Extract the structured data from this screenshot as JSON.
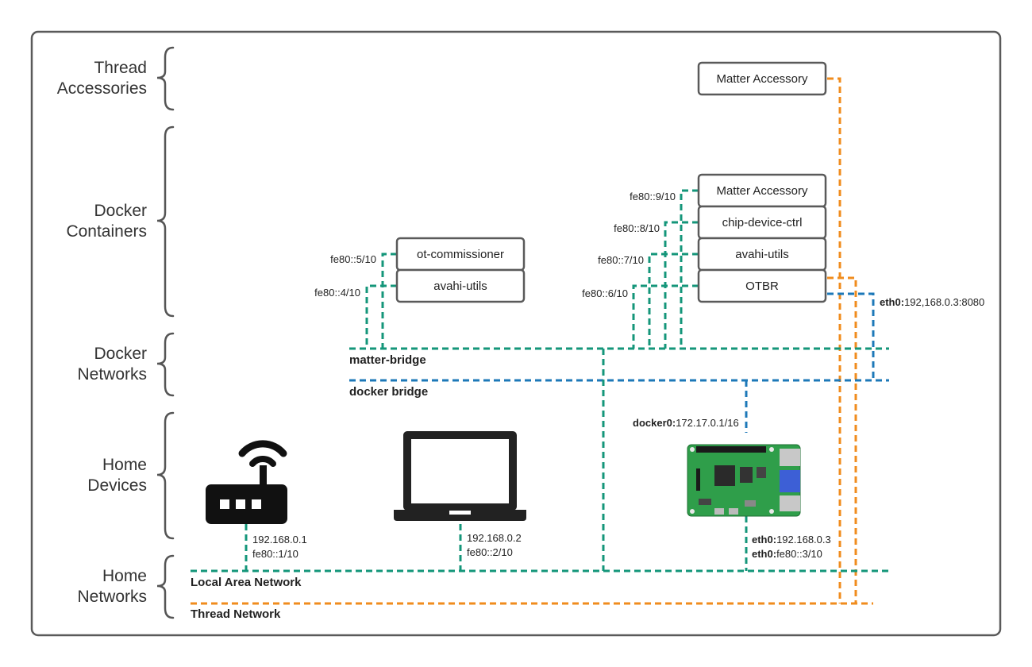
{
  "categories": {
    "thread_accessories": [
      "Thread",
      "Accessories"
    ],
    "docker_containers": [
      "Docker",
      "Containers"
    ],
    "docker_networks": [
      "Docker",
      "Networks"
    ],
    "home_devices": [
      "Home",
      "Devices"
    ],
    "home_networks": [
      "Home",
      "Networks"
    ]
  },
  "boxes": {
    "matter_accessory_thread": "Matter Accessory",
    "ot_commissioner": "ot-commissioner",
    "avahi_utils_left": "avahi-utils",
    "matter_accessory_docker": "Matter Accessory",
    "chip_device_ctrl": "chip-device-ctrl",
    "avahi_utils_right": "avahi-utils",
    "otbr": "OTBR"
  },
  "addresses": {
    "ot_commissioner": "fe80::5/10",
    "avahi_utils_left": "fe80::4/10",
    "matter_accessory": "fe80::9/10",
    "chip_device_ctrl": "fe80::8/10",
    "avahi_utils_right": "fe80::7/10",
    "otbr": "fe80::6/10",
    "otbr_eth0_prefix": "eth0:",
    "otbr_eth0_value": "192,168.0.3:8080",
    "docker0_prefix": "docker0:",
    "docker0_value": "172.17.0.1/16",
    "router_ipv4": "192.168.0.1",
    "router_ipv6": "fe80::1/10",
    "laptop_ipv4": "192.168.0.2",
    "laptop_ipv6": "fe80::2/10",
    "pi_eth0_prefix_1": "eth0:",
    "pi_eth0_value_1": "192.168.0.3",
    "pi_eth0_prefix_2": "eth0:",
    "pi_eth0_value_2": "fe80::3/10"
  },
  "networks": {
    "matter_bridge": "matter-bridge",
    "docker_bridge": "docker bridge",
    "lan": "Local Area Network",
    "thread": "Thread Network"
  },
  "colors": {
    "green_network": "#14967a",
    "blue_network": "#1d78b8",
    "orange_network": "#f08c1e",
    "pcb_green": "#2f9e4a"
  },
  "icons": {
    "router": "wifi-router-icon",
    "laptop": "laptop-icon",
    "pi": "raspberry-pi-board-icon"
  }
}
